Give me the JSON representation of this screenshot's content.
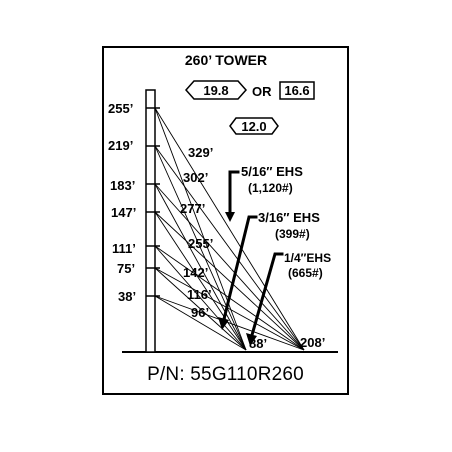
{
  "title": "260’ TOWER",
  "part_number": "P/N: 55G110R260",
  "tower_heights": [
    "255’",
    "219’",
    "183’",
    "147’",
    "111’",
    "75’",
    "38’"
  ],
  "guy_lengths": [
    "329’",
    "302’",
    "277’",
    "255’",
    "142’",
    "116’",
    "96’"
  ],
  "anchor_distances": [
    "88’",
    "208’"
  ],
  "top_loads": {
    "left": "19.8",
    "joiner": "OR",
    "right": "16.6"
  },
  "mid_load": "12.0",
  "cables": [
    {
      "size": "5/16″ EHS",
      "rating": "(1,120#)"
    },
    {
      "size": "3/16″ EHS",
      "rating": "(399#)"
    },
    {
      "size": "1/4″EHS",
      "rating": "(665#)"
    }
  ]
}
